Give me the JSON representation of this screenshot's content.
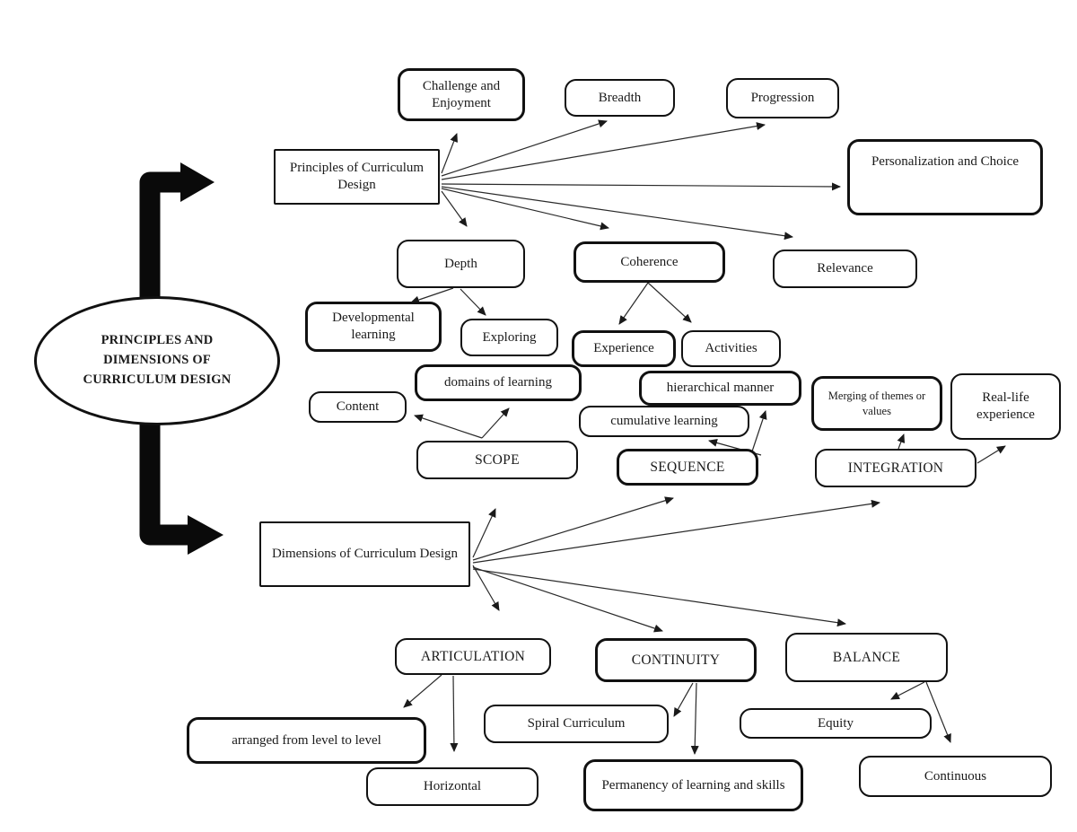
{
  "colors": {
    "line": "#1a1a1a",
    "background": "#ffffff",
    "text": "#1a1a1a"
  },
  "nodes": {
    "main": {
      "label": "PRINCIPLES AND DIMENSIONS OF CURRICULUM DESIGN"
    },
    "principles": {
      "label": "Principles of Curriculum Design"
    },
    "challenge": {
      "label": "Challenge and Enjoyment"
    },
    "breadth": {
      "label": "Breadth"
    },
    "progression": {
      "label": "Progression"
    },
    "personalization": {
      "label": "Personalization and Choice"
    },
    "relevance": {
      "label": "Relevance"
    },
    "coherence": {
      "label": "Coherence"
    },
    "depth": {
      "label": "Depth"
    },
    "developmental": {
      "label": "Developmental learning"
    },
    "exploring": {
      "label": "Exploring"
    },
    "experience": {
      "label": "Experience"
    },
    "activities": {
      "label": "Activities"
    },
    "domains": {
      "label": "domains of learning"
    },
    "content": {
      "label": "Content"
    },
    "scope": {
      "label": "SCOPE"
    },
    "hierarchical": {
      "label": "hierarchical manner"
    },
    "cumulative": {
      "label": "cumulative learning"
    },
    "sequence": {
      "label": "SEQUENCE"
    },
    "merging": {
      "label": "Merging of themes or values"
    },
    "reallife": {
      "label": "Real-life experience"
    },
    "integration": {
      "label": "INTEGRATION"
    },
    "dimensions": {
      "label": "Dimensions of Curriculum Design"
    },
    "articulation": {
      "label": "ARTICULATION"
    },
    "continuity": {
      "label": "CONTINUITY"
    },
    "balance": {
      "label": "BALANCE"
    },
    "spiral": {
      "label": "Spiral Curriculum"
    },
    "arranged": {
      "label": "arranged from level to level"
    },
    "horizontal": {
      "label": "Horizontal"
    },
    "permanency": {
      "label": "Permanency of learning and skills"
    },
    "equity": {
      "label": "Equity"
    },
    "continuous": {
      "label": "Continuous"
    }
  },
  "edges": [
    {
      "from": "main",
      "to": "principles"
    },
    {
      "from": "main",
      "to": "dimensions"
    },
    {
      "from": "principles",
      "to": "challenge"
    },
    {
      "from": "principles",
      "to": "breadth"
    },
    {
      "from": "principles",
      "to": "progression"
    },
    {
      "from": "principles",
      "to": "personalization"
    },
    {
      "from": "principles",
      "to": "relevance"
    },
    {
      "from": "principles",
      "to": "coherence"
    },
    {
      "from": "principles",
      "to": "depth"
    },
    {
      "from": "depth",
      "to": "developmental"
    },
    {
      "from": "depth",
      "to": "exploring"
    },
    {
      "from": "coherence",
      "to": "experience"
    },
    {
      "from": "coherence",
      "to": "activities"
    },
    {
      "from": "scope",
      "to": "content"
    },
    {
      "from": "scope",
      "to": "domains"
    },
    {
      "from": "sequence",
      "to": "cumulative"
    },
    {
      "from": "sequence",
      "to": "hierarchical"
    },
    {
      "from": "integration",
      "to": "merging"
    },
    {
      "from": "integration",
      "to": "reallife"
    },
    {
      "from": "dimensions",
      "to": "scope"
    },
    {
      "from": "dimensions",
      "to": "sequence"
    },
    {
      "from": "dimensions",
      "to": "integration"
    },
    {
      "from": "dimensions",
      "to": "articulation"
    },
    {
      "from": "dimensions",
      "to": "continuity"
    },
    {
      "from": "dimensions",
      "to": "balance"
    },
    {
      "from": "articulation",
      "to": "arranged"
    },
    {
      "from": "articulation",
      "to": "horizontal"
    },
    {
      "from": "continuity",
      "to": "spiral"
    },
    {
      "from": "continuity",
      "to": "permanency"
    },
    {
      "from": "balance",
      "to": "equity"
    },
    {
      "from": "balance",
      "to": "continuous"
    }
  ]
}
